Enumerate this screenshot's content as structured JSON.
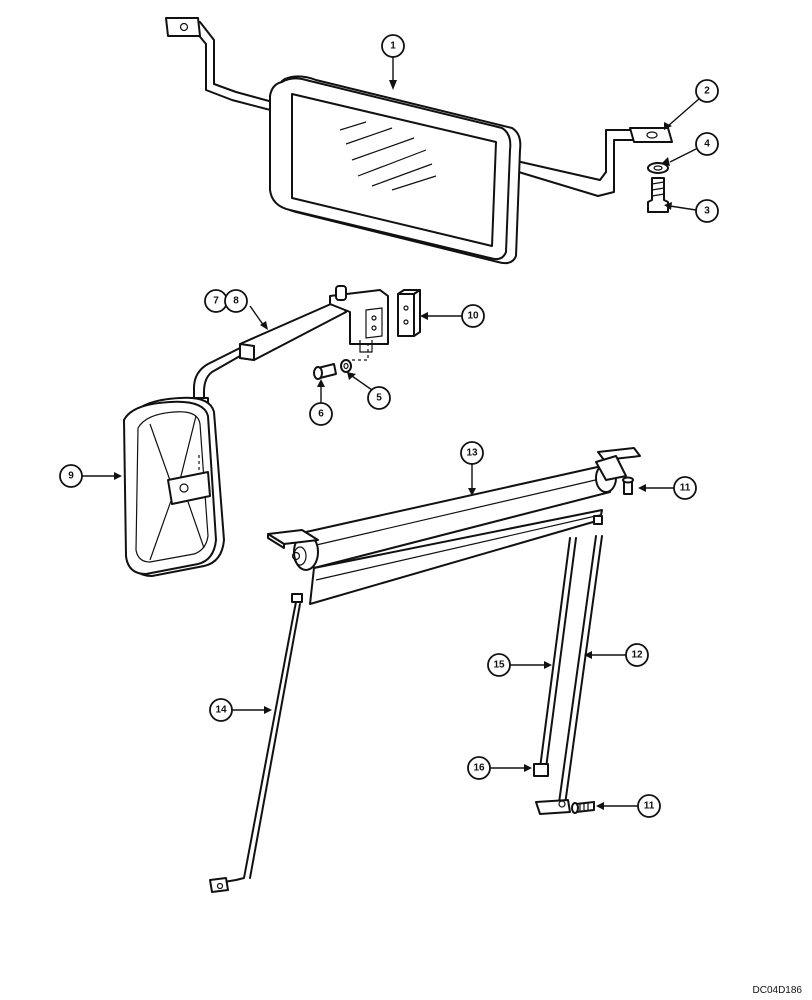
{
  "callouts": {
    "c1": "1",
    "c2": "2",
    "c3": "3",
    "c4": "4",
    "c5": "5",
    "c6": "6",
    "c7": "7",
    "c8": "8",
    "c9": "9",
    "c10": "10",
    "c11a": "11",
    "c11b": "11",
    "c12": "12",
    "c13": "13",
    "c14": "14",
    "c15": "15",
    "c16": "16"
  },
  "drawing_code": "DC04D186"
}
